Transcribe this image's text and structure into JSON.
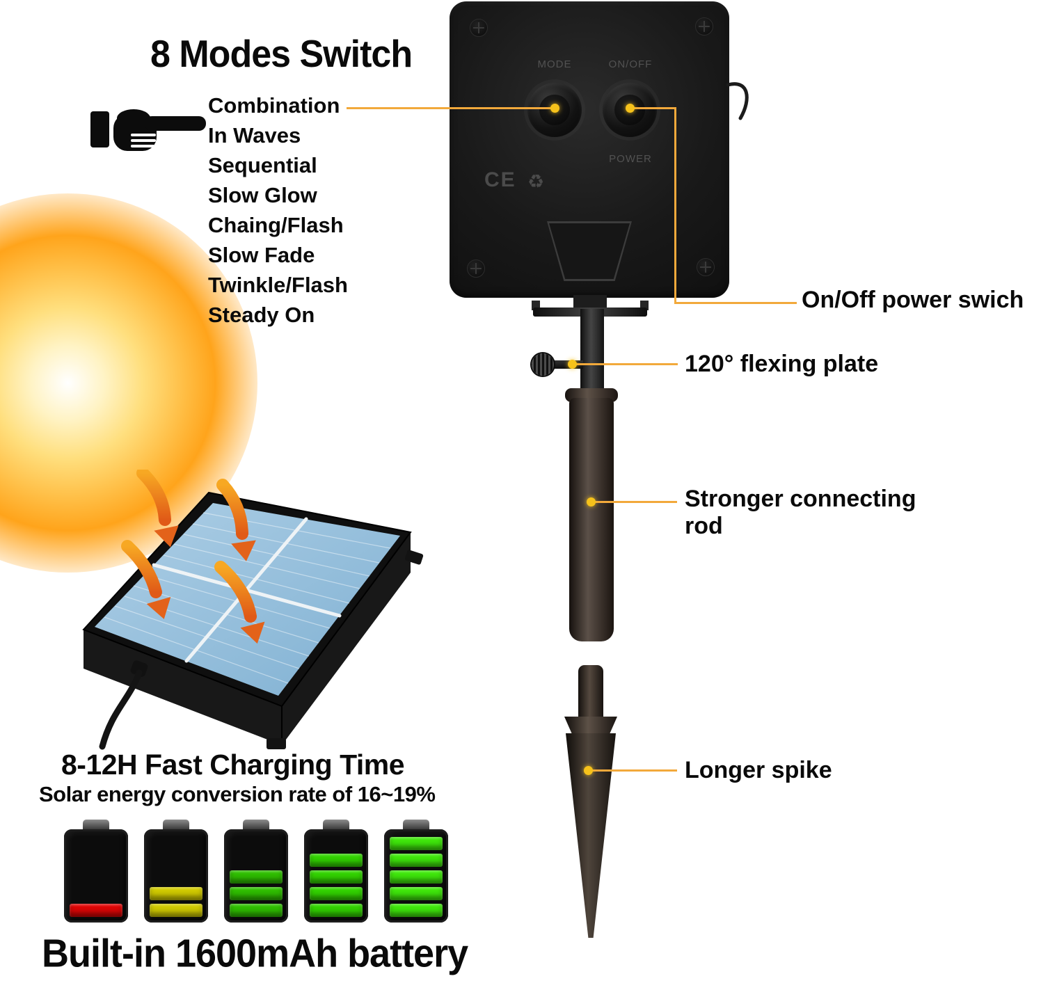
{
  "modes_section": {
    "title": "8 Modes Switch",
    "modes": [
      "Combination",
      "In Waves",
      "Sequential",
      "Slow Glow",
      "Chaing/Flash",
      "Slow Fade",
      "Twinkle/Flash",
      "Steady On"
    ]
  },
  "device": {
    "mode_button_label": "MODE",
    "onoff_button_label": "ON/OFF",
    "power_label": "POWER",
    "ce_mark": "CE",
    "recycle_icon": "♻"
  },
  "callouts": {
    "power_switch": "On/Off power swich",
    "flexing_plate": "120° flexing plate",
    "connecting_rod": "Stronger connecting rod",
    "longer_spike": "Longer spike"
  },
  "charging_section": {
    "title": "8-12H Fast Charging Time",
    "subtitle": "Solar energy conversion rate of 16~19%",
    "footer": "Built-in 1600mAh battery",
    "batteries": [
      {
        "bars": 1,
        "color": "#e00505"
      },
      {
        "bars": 2,
        "color": "#d2cb00"
      },
      {
        "bars": 3,
        "color": "#2fbf00"
      },
      {
        "bars": 4,
        "color": "#32d400"
      },
      {
        "bars": 5,
        "color": "#3fe80b"
      }
    ]
  },
  "colors": {
    "callout_line": "#F2A93B",
    "callout_dot": "#F6C21B",
    "panel_blue": "#8FBEDC",
    "arrow_orange": "#F07A1E",
    "sun_orange": "#FFA41B"
  }
}
